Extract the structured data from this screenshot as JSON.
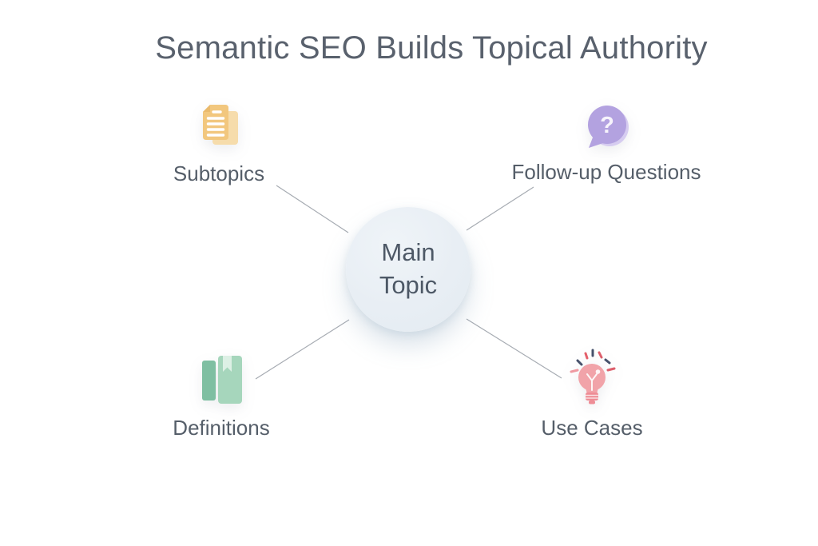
{
  "title": "Semantic SEO Builds Topical Authority",
  "center": {
    "label": "Main Topic"
  },
  "nodes": {
    "subtopics": {
      "label": "Subtopics",
      "icon": "documents-icon"
    },
    "followup": {
      "label": "Follow-up Questions",
      "icon": "question-bubble-icon",
      "glyph": "?"
    },
    "definitions": {
      "label": "Definitions",
      "icon": "book-icon"
    },
    "usecases": {
      "label": "Use Cases",
      "icon": "lightbulb-icon"
    }
  },
  "colors": {
    "background": "#ffffff",
    "title_text": "#59616d",
    "label_text": "#555e69",
    "center_circle": "#e9eff4",
    "center_text": "#4d5866",
    "connector": "#a6abb2",
    "documents_amber": "#f2c77e",
    "documents_amber_light": "#f6dcab",
    "question_purple": "#b3a2e0",
    "book_green_dark": "#7fbfa2",
    "book_green_light": "#a6d6bc",
    "bookmark_mint": "#ddf0e5",
    "bulb_pink": "#f1a3a9",
    "bulb_base_pink": "#ee8d96",
    "ray_navy": "#46516b",
    "ray_red": "#dd5f6c"
  }
}
